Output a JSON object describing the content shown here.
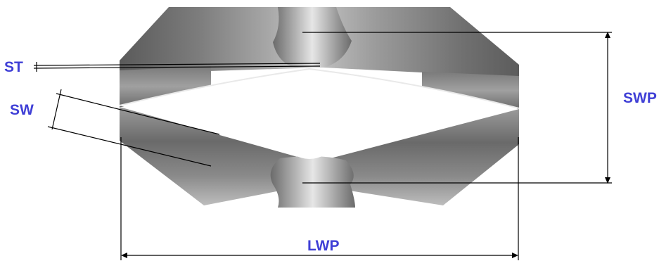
{
  "diagram": {
    "title": "",
    "labels": {
      "st": "ST",
      "sw": "SW",
      "swp": "SWP",
      "lwp": "LWP"
    },
    "colors": {
      "label": "#3f3fd6",
      "line": "#000000",
      "metal_dark": "#5e5e5e",
      "metal_mid": "#8c8c8c",
      "metal_light": "#d2d2d2",
      "background": "#ffffff"
    }
  }
}
